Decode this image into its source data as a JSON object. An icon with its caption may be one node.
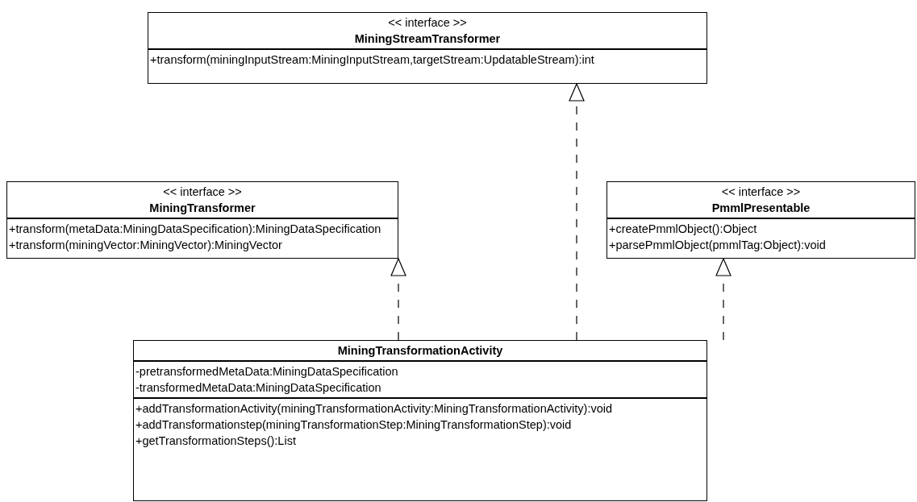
{
  "diagram": {
    "nodes": [
      {
        "text": [
          "<< interface >>",
          "MiningStreamTransformer",
          "+transform(miningInputStream:MiningInputStream,targetStream:UpdatableStream):int"
        ]
      },
      {
        "text": [
          "<< interface >>",
          "MiningTransformer",
          "+transform(metaData:MiningDataSpecification):MiningDataSpecification",
          "+transform(miningVector:MiningVector):MiningVector"
        ]
      },
      {
        "text": [
          "<< interface >>",
          "PmmlPresentable",
          "+createPmmlObject():Object",
          "+parsePmmlObject(pmmlTag:Object):void"
        ]
      },
      {
        "text": [
          "MiningTransformationActivity",
          "-pretransformedMetaData:MiningDataSpecification",
          "-transformedMetaData:MiningDataSpecification",
          "+addTransformationActivity(miningTransformationActivity:MiningTransformationActivity):void",
          "+addTransformationstep(miningTransformationStep:MiningTransformationStep):void",
          "+getTransformationSteps():List"
        ]
      }
    ],
    "edges": [
      {
        "from": 3,
        "to": 0,
        "arrow": "to",
        "style": "dashed"
      },
      {
        "from": 3,
        "to": 1,
        "arrow": "to",
        "style": "dashed"
      },
      {
        "from": 3,
        "to": 2,
        "arrow": "to",
        "style": "dashed"
      }
    ]
  }
}
